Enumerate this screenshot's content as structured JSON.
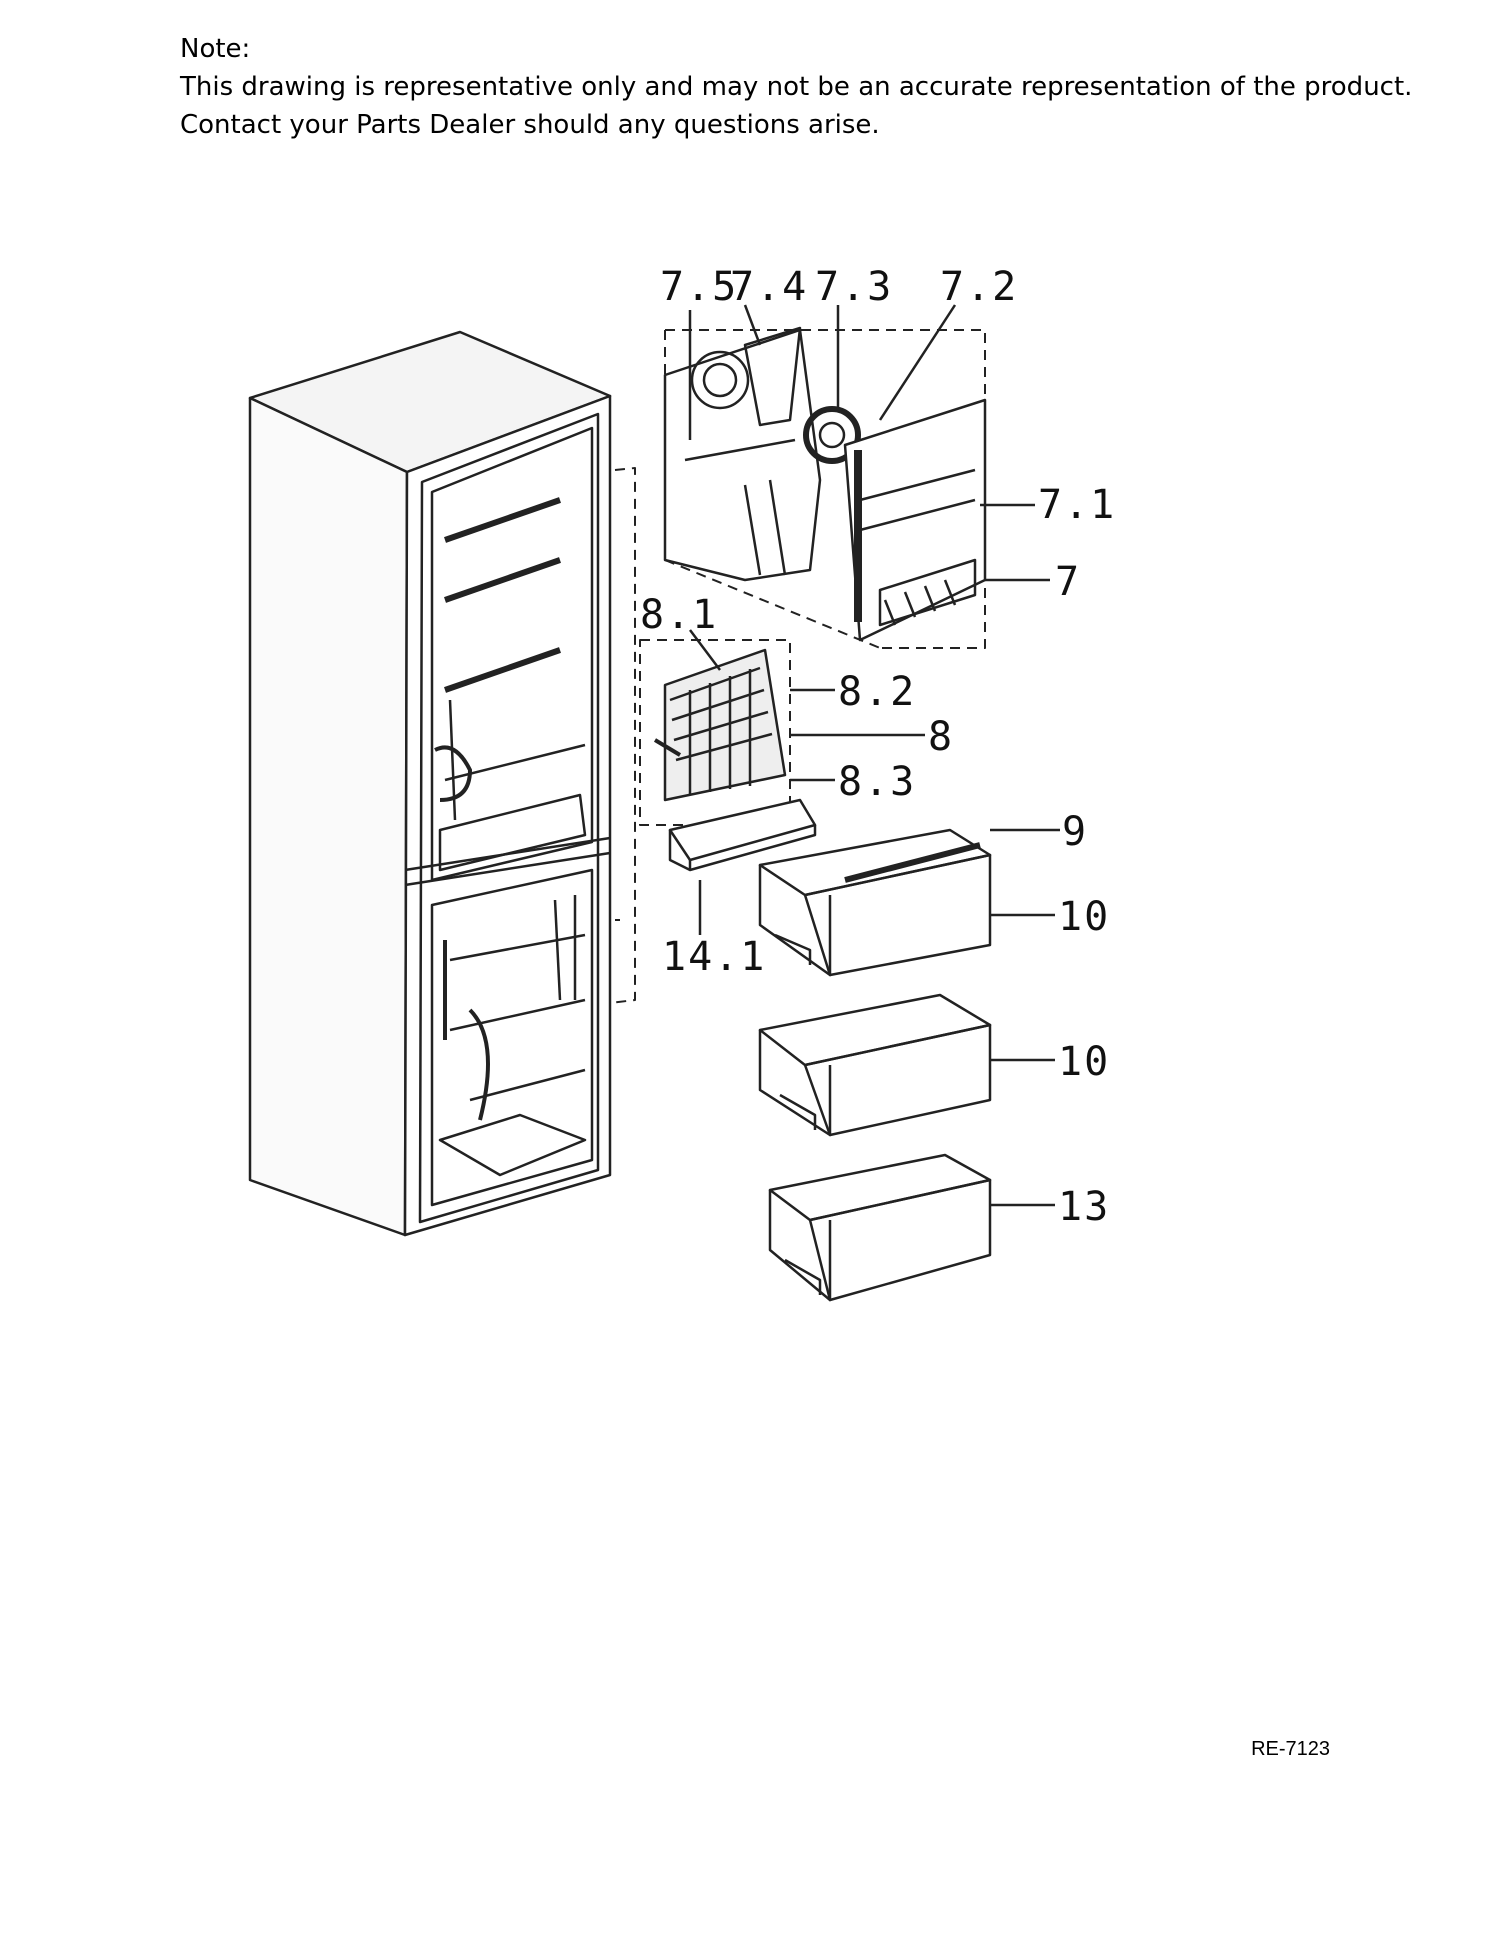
{
  "note": {
    "heading": "Note:",
    "line1": "This drawing is representative only and may not be an accurate representation of the product.",
    "line2": "Contact your Parts Dealer should any questions arise."
  },
  "diagram": {
    "callouts": {
      "c7_5": "7.5",
      "c7_4": "7.4",
      "c7_3": "7.3",
      "c7_2": "7.2",
      "c7_1": "7.1",
      "c7": "7",
      "c8_1": "8.1",
      "c8_2": "8.2",
      "c8": "8",
      "c8_3": "8.3",
      "c9": "9",
      "c14_1": "14.1",
      "c10a": "10",
      "c10b": "10",
      "c13": "13"
    }
  },
  "footer": {
    "reference": "RE-7123"
  }
}
